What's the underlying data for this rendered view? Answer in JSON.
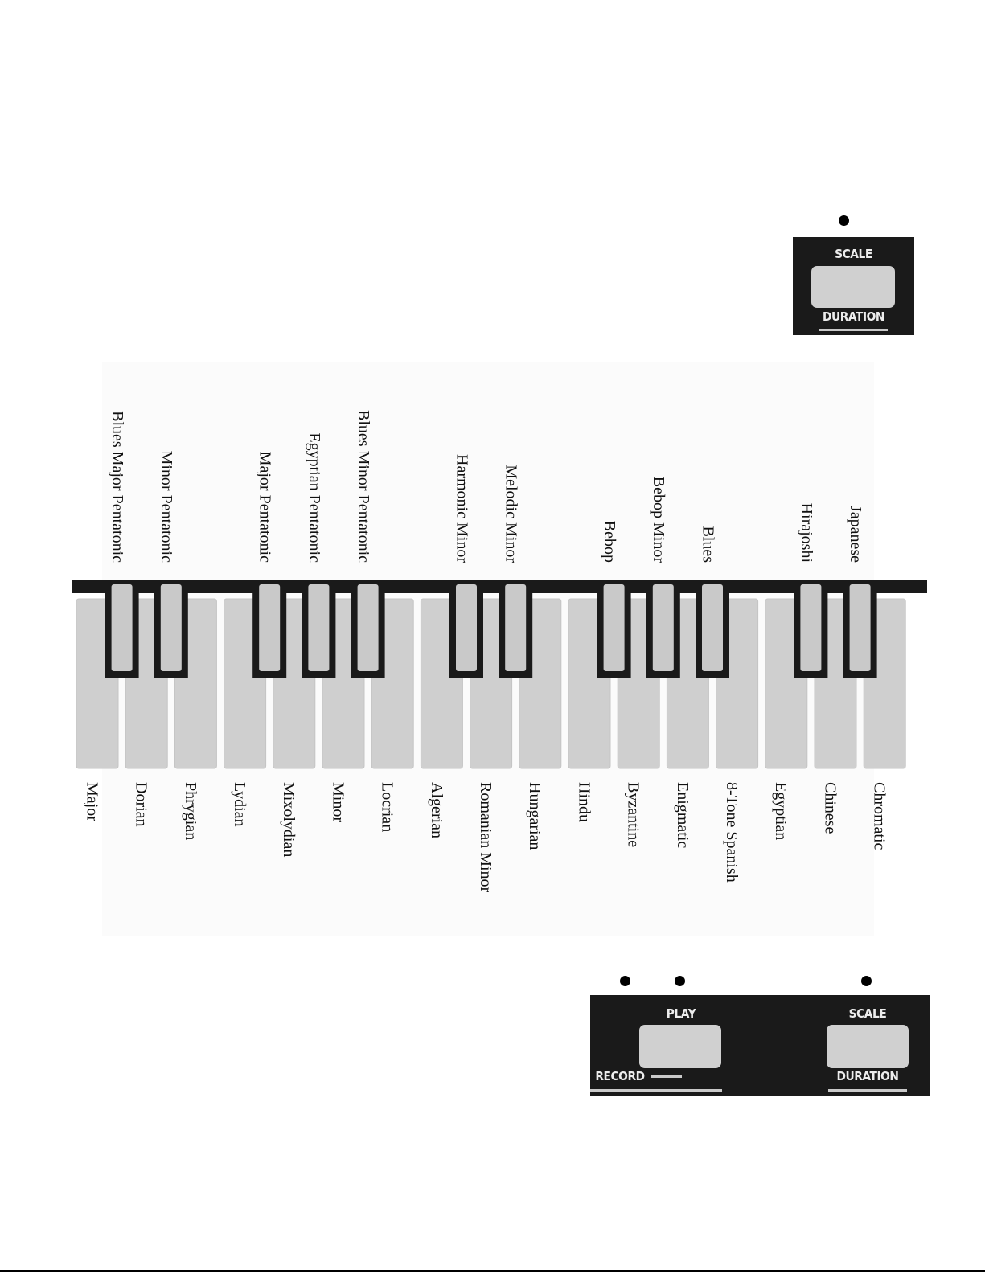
{
  "top_panel": {
    "scale_label": "SCALE",
    "duration_label": "DURATION"
  },
  "keyboard": {
    "white_keys": [
      "Major",
      "Dorian",
      "Phrygian",
      "Lydian",
      "Mixolydian",
      "Minor",
      "Locrian",
      "Algerian",
      "Romanian Minor",
      "Hungarian",
      "Hindu",
      "Byzantine",
      "Enigmatic",
      "8-Tone Spanish",
      "Egyptian",
      "Chinese",
      "Chromatic"
    ],
    "black_keys": [
      "Blues Major Pentatonic",
      "Minor Pentatonic",
      "Major Pentatonic",
      "Egyptian Pentatonic",
      "Blues Minor Pentatonic",
      "Harmonic Minor",
      "Melodic Minor",
      "Bebop",
      "Bebop Minor",
      "Blues",
      "Hirajoshi",
      "Japanese"
    ]
  },
  "bottom_panel": {
    "play_label": "PLAY",
    "record_label": "RECORD",
    "scale_label": "SCALE",
    "duration_label": "DURATION"
  }
}
